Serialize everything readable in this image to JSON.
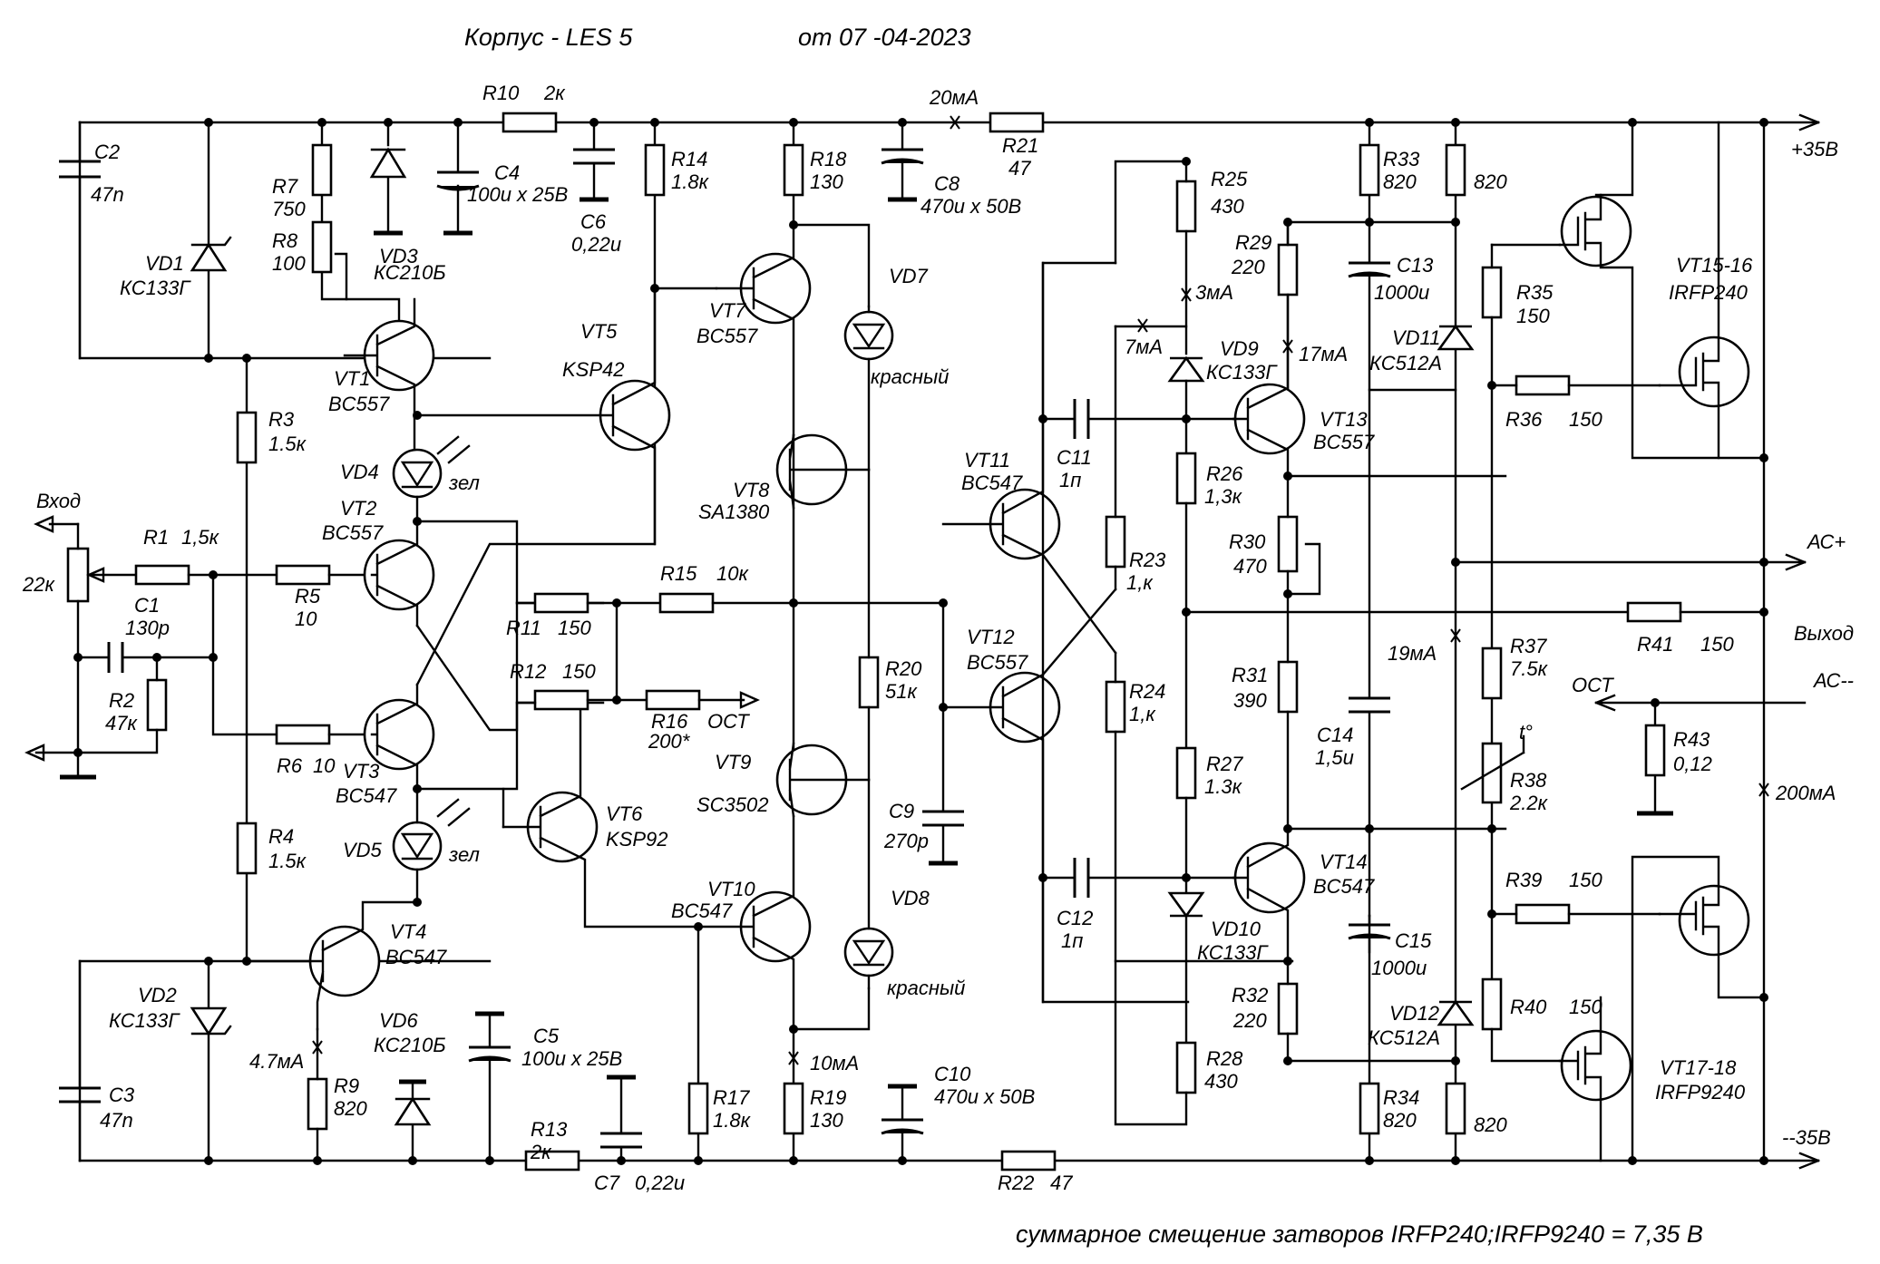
{
  "header": {
    "case_label": "Корпус - LES 5",
    "date_label": "от 07 -04-2023"
  },
  "footer": {
    "bias_note": "суммарное смещение затворов IRFP240;IRFP9240 = 7,35 В"
  },
  "rails": {
    "positive": "+35В",
    "negative": "--35В"
  },
  "ports": {
    "input": "Вход",
    "input_pot": "22к",
    "output": "Выход",
    "ac_plus": "АС+",
    "ac_minus": "АС--",
    "feedback_1": "ОСТ",
    "feedback_2": "ОСТ",
    "thermal": "t°"
  },
  "currents": {
    "i_rail": "20мА",
    "i_3ma": "3мА",
    "i_7ma": "7мА",
    "i_17ma": "17мА",
    "i_19ma": "19мА",
    "i_200ma": "200мА",
    "i_10ma": "10мА",
    "i_4_7ma": "4.7мА"
  },
  "resistors": [
    {
      "ref": "R1",
      "value": "1,5к"
    },
    {
      "ref": "R2",
      "value": "47к"
    },
    {
      "ref": "R3",
      "value": "1.5к"
    },
    {
      "ref": "R4",
      "value": "1.5к"
    },
    {
      "ref": "R5",
      "value": "10"
    },
    {
      "ref": "R6",
      "value": "10"
    },
    {
      "ref": "R7",
      "value": "750"
    },
    {
      "ref": "R8",
      "value": "100"
    },
    {
      "ref": "R9",
      "value": "820"
    },
    {
      "ref": "R10",
      "value": "2к"
    },
    {
      "ref": "R11",
      "value": "150"
    },
    {
      "ref": "R12",
      "value": "150"
    },
    {
      "ref": "R13",
      "value": "2к"
    },
    {
      "ref": "R14",
      "value": "1.8к"
    },
    {
      "ref": "R15",
      "value": "10к"
    },
    {
      "ref": "R16",
      "value": "200*"
    },
    {
      "ref": "R17",
      "value": "1.8к"
    },
    {
      "ref": "R18",
      "value": "130"
    },
    {
      "ref": "R19",
      "value": "130"
    },
    {
      "ref": "R20",
      "value": "51к"
    },
    {
      "ref": "R21",
      "value": "47"
    },
    {
      "ref": "R22",
      "value": "47"
    },
    {
      "ref": "R23",
      "value": "1,к"
    },
    {
      "ref": "R24",
      "value": "1,к"
    },
    {
      "ref": "R25",
      "value": "430"
    },
    {
      "ref": "R26",
      "value": "1,3к"
    },
    {
      "ref": "R27",
      "value": "1.3к"
    },
    {
      "ref": "R28",
      "value": "430"
    },
    {
      "ref": "R29",
      "value": "220"
    },
    {
      "ref": "R30",
      "value": "470"
    },
    {
      "ref": "R31",
      "value": "390"
    },
    {
      "ref": "R32",
      "value": "220"
    },
    {
      "ref": "R33",
      "value": "820"
    },
    {
      "ref": "R34",
      "value": "820"
    },
    {
      "ref": "R35",
      "value": "150"
    },
    {
      "ref": "R36",
      "value": "150"
    },
    {
      "ref": "R37",
      "value": "7.5к"
    },
    {
      "ref": "R38",
      "value": "2.2к"
    },
    {
      "ref": "R39",
      "value": "150"
    },
    {
      "ref": "R40",
      "value": "150"
    },
    {
      "ref": "R41",
      "value": "150"
    },
    {
      "ref": "R43",
      "value": "0,12"
    },
    {
      "ref": "",
      "value": "820"
    },
    {
      "ref": "",
      "value": "820"
    }
  ],
  "capacitors": [
    {
      "ref": "C1",
      "value": "130р"
    },
    {
      "ref": "C2",
      "value": "47n"
    },
    {
      "ref": "C3",
      "value": "47n"
    },
    {
      "ref": "C4",
      "value": "100u x 25В"
    },
    {
      "ref": "C5",
      "value": "100u x 25В"
    },
    {
      "ref": "C6",
      "value": "0,22u"
    },
    {
      "ref": "C7",
      "value": "0,22u"
    },
    {
      "ref": "C8",
      "value": "470u x 50В"
    },
    {
      "ref": "C9",
      "value": "270р"
    },
    {
      "ref": "C10",
      "value": "470u x 50В"
    },
    {
      "ref": "C11",
      "value": "1п"
    },
    {
      "ref": "C12",
      "value": "1п"
    },
    {
      "ref": "C13",
      "value": "1000u"
    },
    {
      "ref": "C14",
      "value": "1,5u"
    },
    {
      "ref": "C15",
      "value": "1000u"
    }
  ],
  "diodes": [
    {
      "ref": "VD1",
      "type": "КС133Г"
    },
    {
      "ref": "VD2",
      "type": "КС133Г"
    },
    {
      "ref": "VD3",
      "type": "КС210Б"
    },
    {
      "ref": "VD4",
      "type": "зел"
    },
    {
      "ref": "VD5",
      "type": "зел"
    },
    {
      "ref": "VD6",
      "type": "КС210Б"
    },
    {
      "ref": "VD7",
      "type": "красный"
    },
    {
      "ref": "VD8",
      "type": "красный"
    },
    {
      "ref": "VD9",
      "type": "КС133Г"
    },
    {
      "ref": "VD10",
      "type": "КС133Г"
    },
    {
      "ref": "VD11",
      "type": "КС512А"
    },
    {
      "ref": "VD12",
      "type": "КС512А"
    }
  ],
  "transistors": [
    {
      "ref": "VT1",
      "type": "BC557"
    },
    {
      "ref": "VT2",
      "type": "BC557"
    },
    {
      "ref": "VT3",
      "type": "BC547"
    },
    {
      "ref": "VT4",
      "type": "BC547"
    },
    {
      "ref": "VT5",
      "type": "KSP42"
    },
    {
      "ref": "VT6",
      "type": "KSP92"
    },
    {
      "ref": "VT7",
      "type": "BC557"
    },
    {
      "ref": "VT8",
      "type": "SA1380"
    },
    {
      "ref": "VT9",
      "type": "SC3502"
    },
    {
      "ref": "VT10",
      "type": "BC547"
    },
    {
      "ref": "VT11",
      "type": "BC547"
    },
    {
      "ref": "VT12",
      "type": "BC557"
    },
    {
      "ref": "VT13",
      "type": "BC557"
    },
    {
      "ref": "VT14",
      "type": "BC547"
    },
    {
      "ref": "VT15-16",
      "type": "IRFP240"
    },
    {
      "ref": "VT17-18",
      "type": "IRFP9240"
    }
  ]
}
